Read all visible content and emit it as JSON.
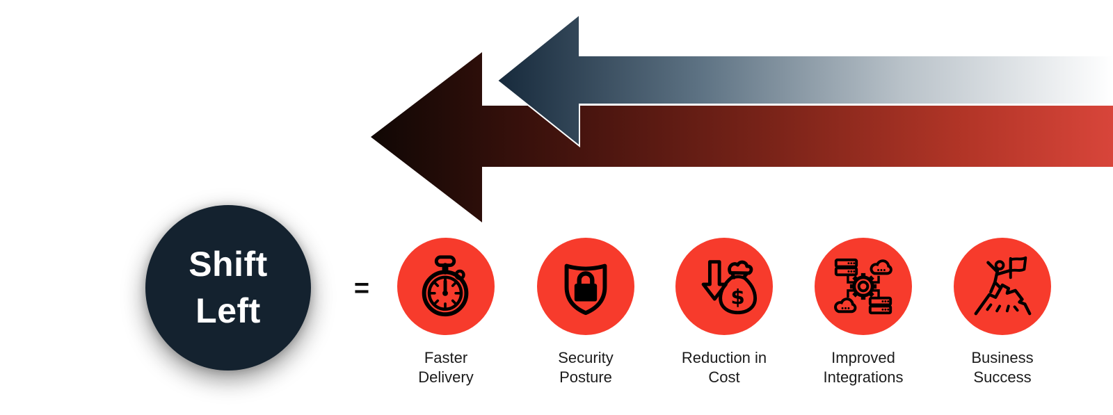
{
  "title_circle": {
    "line1": "Shift",
    "line2": "Left"
  },
  "equals_sign": "=",
  "benefits": [
    {
      "icon": "stopwatch-icon",
      "label": "Faster\nDelivery"
    },
    {
      "icon": "shield-lock-icon",
      "label": "Security\nPosture"
    },
    {
      "icon": "cost-reduction-icon",
      "label": "Reduction in\nCost"
    },
    {
      "icon": "integrations-icon",
      "label": "Improved\nIntegrations"
    },
    {
      "icon": "summit-flag-icon",
      "label": "Business\nSuccess"
    }
  ],
  "arrows": {
    "top_arrow_direction": "left",
    "bottom_arrow_direction": "left"
  },
  "colors": {
    "background": "#ffffff",
    "navy": "#14222f",
    "benefit_red": "#f73b2c",
    "title_text": "#ffffff",
    "label_text": "#1b1b1b",
    "equals_text": "#0d0d0d",
    "icon_stroke": "#000000",
    "arrow_blue_dark": "#16293b",
    "arrow_blue_mid": "#5d7283",
    "arrow_blue_light": "#b9c2c9",
    "arrow_blue_end": "#ffffff",
    "arrow_red_tip": "#100704",
    "arrow_red_dark": "#4a150f",
    "arrow_red_mid": "#7c2419",
    "arrow_red_bright": "#b23527",
    "arrow_red_end": "#d8453a"
  }
}
